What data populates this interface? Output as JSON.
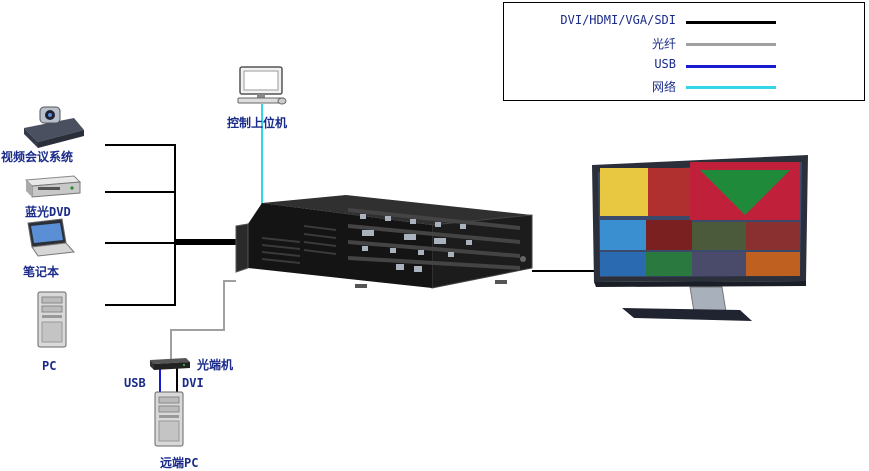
{
  "legend": {
    "items": [
      {
        "label": "DVI/HDMI/VGA/SDI",
        "color": "#000000"
      },
      {
        "label": "光纤",
        "color": "#a0a0a0"
      },
      {
        "label": "USB",
        "color": "#1a1ad0"
      },
      {
        "label": "网络",
        "color": "#33d6e6"
      }
    ]
  },
  "nodes": {
    "control_pc": "控制上位机",
    "video_conf": "视频会议系统",
    "bluray": "蓝光DVD",
    "laptop": "笔记本",
    "pc": "PC",
    "fiber_box": "光端机",
    "usb": "USB",
    "dvi": "DVI",
    "remote_pc": "远端PC"
  }
}
